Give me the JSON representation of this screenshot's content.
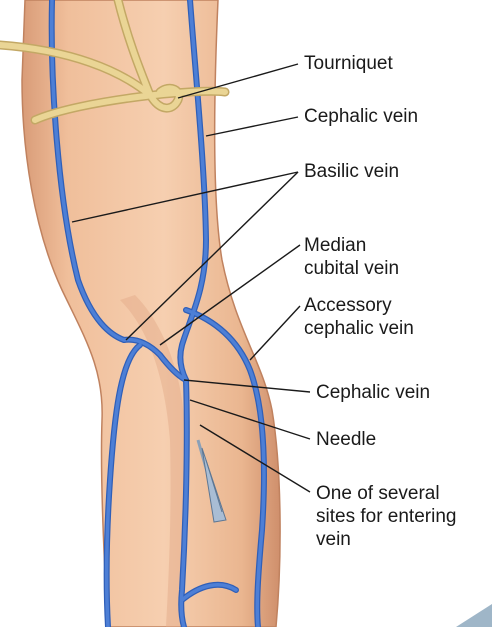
{
  "diagram": {
    "labels": {
      "tourniquet": "Tourniquet",
      "cephalic_vein_upper": "Cephalic vein",
      "basilic_vein": "Basilic vein",
      "median_cubital_vein": [
        "Median",
        "cubital vein"
      ],
      "accessory_cephalic_vein": [
        "Accessory",
        "cephalic vein"
      ],
      "cephalic_vein_lower": "Cephalic vein",
      "needle": "Needle",
      "entry_sites": [
        "One of several",
        "sites for entering",
        "vein"
      ]
    },
    "colors": {
      "skin": "#f2c3a0",
      "skin_shadow": "#dba080",
      "vein": "#4d7fd6",
      "vein_edge": "#2f5fb8",
      "tourniquet": "#e6cf8e",
      "leader_line": "#1a1a1a"
    }
  }
}
